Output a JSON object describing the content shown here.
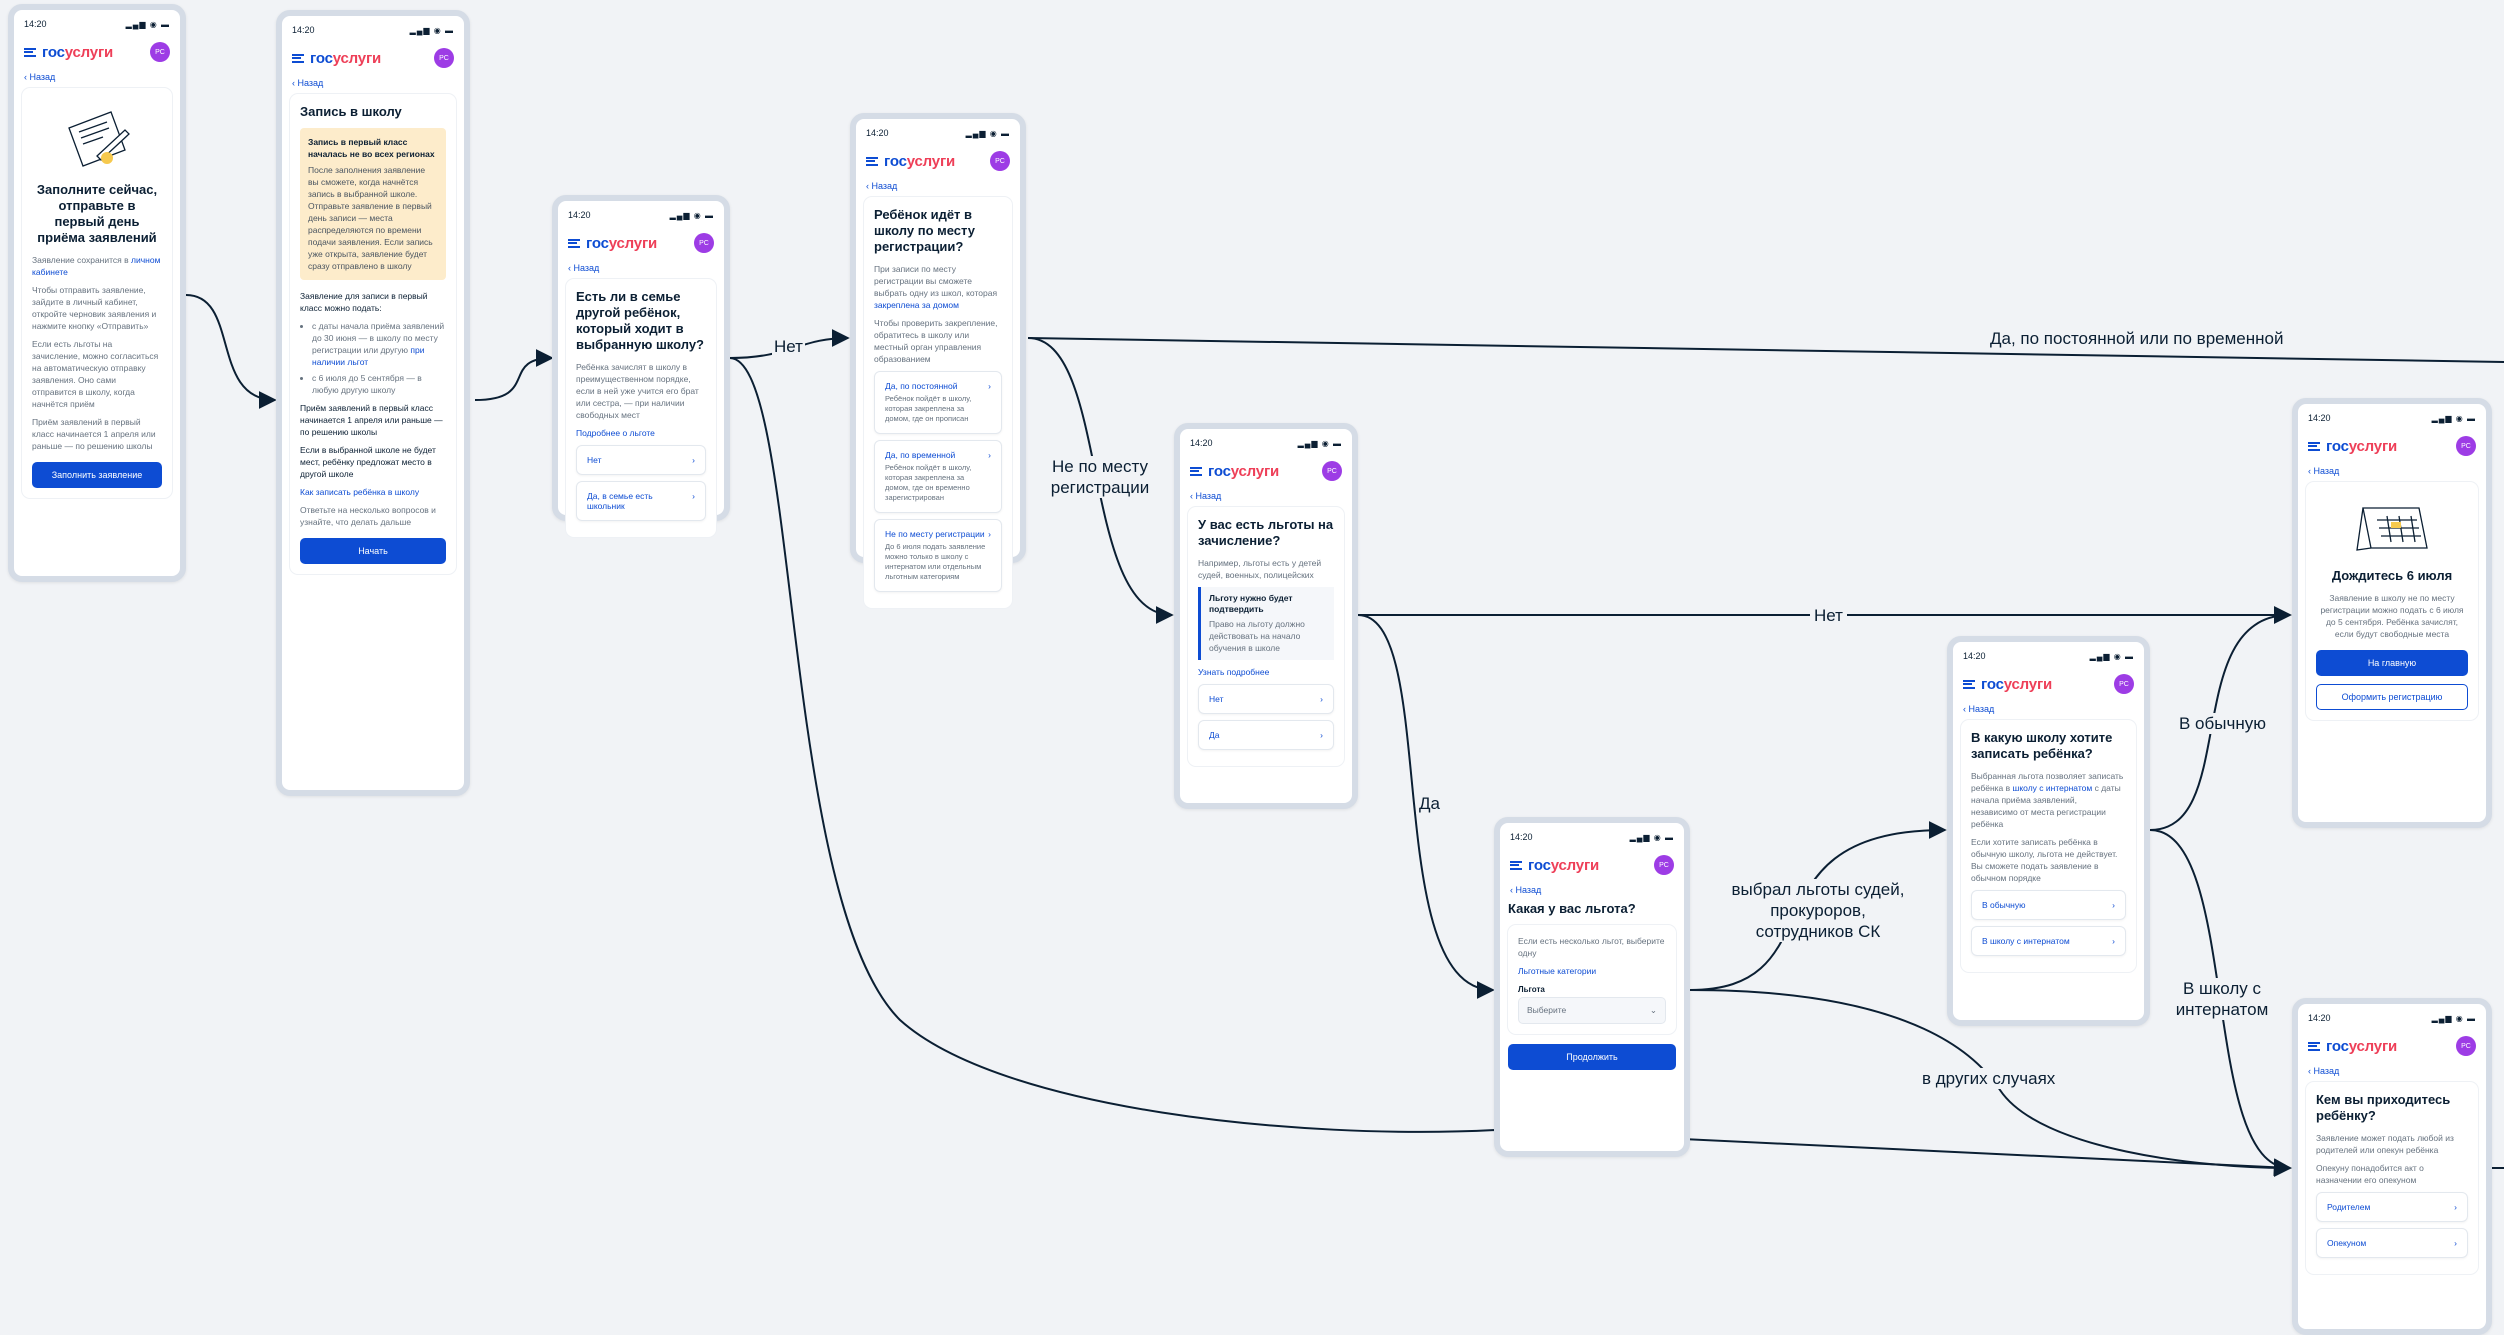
{
  "common": {
    "time": "14:20",
    "logo_a": "гос",
    "logo_b": "услуги",
    "avatar": "РС",
    "back": "‹ Назад",
    "chev": "›"
  },
  "screens": {
    "s1": {
      "title": "Заполните сейчас, отправьте в первый день приёма заявлений",
      "p1": "Заявление сохранится в",
      "p1_link": "личном кабинете",
      "p2": "Чтобы отправить заявление, зайдите в личный кабинет, откройте черновик заявления и нажмите кнопку «Отправить»",
      "p3": "Если есть льготы на зачисление, можно согласиться на автоматическую отправку заявления. Оно сами отправится в школу, когда начнётся приём",
      "p4": "Приём заявлений в первый класс начинается 1 апреля или раньше — по решению школы",
      "button": "Заполнить заявление"
    },
    "s2": {
      "title": "Запись в школу",
      "warn_title": "Запись в первый класс началась не во всех регионах",
      "warn_text": "После заполнения заявление вы сможете, когда начнётся запись в выбранной школе. Отправьте заявление в первый день записи — места распределяются по времени подачи заявления. Если запись уже открыта, заявление будет сразу отправлено в школу",
      "p1": "Заявление для записи в первый класс можно подать:",
      "li1": "с даты начала приёма заявлений до 30 июня — в школу по месту регистрации или другую",
      "li1_link": "при наличии льгот",
      "li2": "с 6 июля до 5 сентября — в любую другую школу",
      "p2": "Приём заявлений в первый класс начинается 1 апреля или раньше — по решению школы",
      "p3": "Если в выбранной школе не будет мест, ребёнку предложат место в другой школе",
      "link": "Как записать ребёнка в школу",
      "p4": "Ответьте на несколько вопросов и узнайте, что делать дальше",
      "button": "Начать"
    },
    "s3": {
      "title": "Есть ли в семье другой ребёнок, который ходит в выбранную школу?",
      "p1": "Ребёнка зачислят в школу в преимущественном порядке, если в ней уже учится его брат или сестра, — при наличии свободных мест",
      "link": "Подробнее о льготе",
      "opt1": "Нет",
      "opt2": "Да, в семье есть школьник"
    },
    "s4": {
      "title": "Ребёнок идёт в школу по месту регистрации?",
      "p1": "При записи по месту регистрации вы сможете выбрать одну из школ, которая",
      "p1_link": "закреплена за домом",
      "p2": "Чтобы проверить закрепление, обратитесь в школу или местный орган управления образованием",
      "opt1": "Да, по постоянной",
      "opt1_sub": "Ребёнок пойдёт в школу, которая закреплена за домом, где он прописан",
      "opt2": "Да, по временной",
      "opt2_sub": "Ребёнок пойдёт в школу, которая закреплена за домом, где он временно зарегистрирован",
      "opt3": "Не по месту регистрации",
      "opt3_sub": "До 6 июля подать заявление можно только в школу с интернатом или отдельным льготным категориям"
    },
    "s5": {
      "title": "У вас есть льготы на зачисление?",
      "p1": "Например, льготы есть у детей судей, военных, полицейских",
      "box_title": "Льготу нужно будет подтвердить",
      "box_text": "Право на льготу должно действовать на начало обучения в школе",
      "link": "Узнать подробнее",
      "opt1": "Нет",
      "opt2": "Да"
    },
    "s6": {
      "title": "Какая у вас льгота?",
      "p1": "Если есть несколько льгот, выберите одну",
      "link": "Льготные категории",
      "field_label": "Льгота",
      "placeholder": "Выберите",
      "button": "Продолжить"
    },
    "s7": {
      "title": "В какую школу хотите записать ребёнка?",
      "p1a": "Выбранная льгота позволяет записать ребёнка в",
      "p1_link": "школу с интернатом",
      "p1b": "с даты начала приёма заявлений, независимо от места регистрации ребёнка",
      "p2": "Если хотите записать ребёнка в обычную школу, льгота не действует. Вы сможете подать заявление в обычном порядке",
      "opt1": "В обычную",
      "opt2": "В школу с интернатом"
    },
    "s8": {
      "title": "Дождитесь 6 июля",
      "p1": "Заявление в школу не по месту регистрации можно подать с 6 июля до 5 сентября. Ребёнка зачислят, если будут свободные места",
      "button1": "На главную",
      "button2": "Оформить регистрацию"
    },
    "s9": {
      "title": "Кем вы приходитесь ребёнку?",
      "p1": "Заявление может подать любой из родителей или опекун ребёнка",
      "p2": "Опекуну понадобится акт о назначении его опекуном",
      "opt1": "Родителем",
      "opt2": "Опекуном"
    }
  },
  "edges": {
    "e_net1": "Нет",
    "e_da_post": "Да, по постоянной или по временной",
    "e_ne_po_mestu": "Не по месту регистрации",
    "e_net2": "Нет",
    "e_da": "Да",
    "e_sudei": "выбрал льготы судей, прокуроров, сотрудников СК",
    "e_drugih": "в других случаях",
    "e_obych": "В обычную",
    "e_internat": "В школу с интернатом"
  }
}
